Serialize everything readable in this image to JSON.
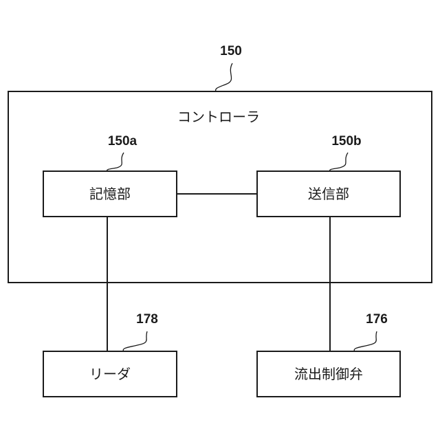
{
  "controller": {
    "ref": "150",
    "title": "コントローラ"
  },
  "storage": {
    "ref": "150a",
    "label": "記憶部"
  },
  "transmitter": {
    "ref": "150b",
    "label": "送信部"
  },
  "reader": {
    "ref": "178",
    "label": "リーダ"
  },
  "valve": {
    "ref": "176",
    "label": "流出制御弁"
  }
}
